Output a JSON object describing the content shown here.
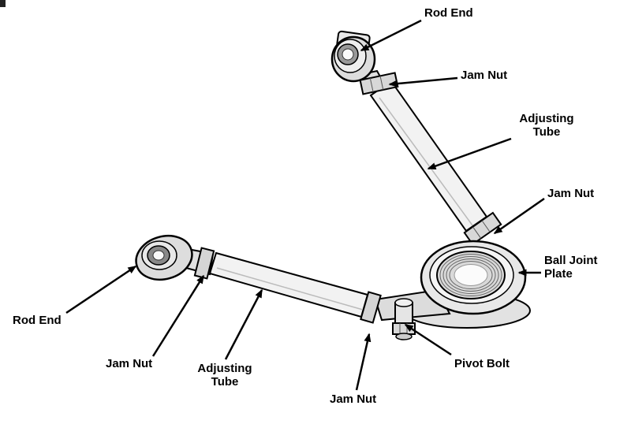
{
  "diagram": {
    "subject": "adjustable-control-arm-parts-diagram",
    "colors": {
      "background": "#ffffff",
      "line": "#000000",
      "text": "#000000",
      "metal_light": "#ececec",
      "metal_mid": "#d8d8d8"
    }
  },
  "labels": {
    "rod_end_top": {
      "text": "Rod End"
    },
    "jam_nut_top": {
      "text": "Jam Nut"
    },
    "adjusting_tube_top": {
      "text": "Adjusting Tube"
    },
    "jam_nut_mid": {
      "text": "Jam Nut"
    },
    "ball_joint_plate": {
      "text": "Ball Joint Plate"
    },
    "rod_end_left": {
      "text": "Rod End"
    },
    "jam_nut_left": {
      "text": "Jam Nut"
    },
    "adjusting_tube_bottom": {
      "text": "Adjusting Tube"
    },
    "jam_nut_bottom": {
      "text": "Jam Nut"
    },
    "pivot_bolt": {
      "text": "Pivot Bolt"
    }
  }
}
